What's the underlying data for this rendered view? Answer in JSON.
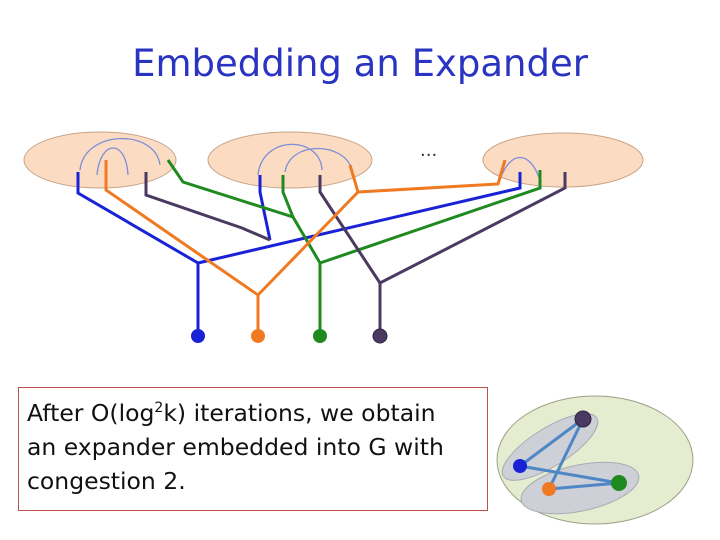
{
  "slide": {
    "title": "Embedding an Expander",
    "ellipsis": "...",
    "caption": {
      "part1": "After O(log",
      "superscript": "2",
      "part2": "k) iterations, we obtain",
      "line2": "an expander embedded into G with",
      "line3": "congestion 2."
    }
  },
  "colors": {
    "title": "#2a34c2",
    "cluster_fill": "#fbdcc2",
    "cluster_stroke": "#c8a488",
    "blue": "#1a22d6",
    "orange": "#ef7a22",
    "green": "#1f8a1f",
    "purple": "#4a3a62",
    "inner_arc": "#7b8ed8",
    "caption_border": "#c0504d",
    "inset_outer_fill": "#e6ecd0",
    "inset_group_fill": "#cdd0d6",
    "inset_edge": "#4f86c6"
  }
}
